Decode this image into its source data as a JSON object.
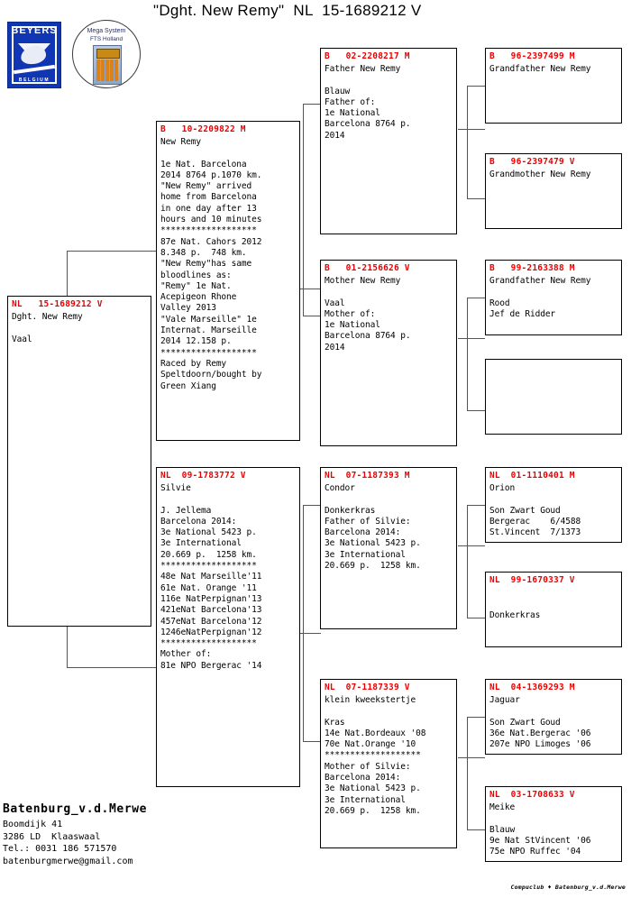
{
  "document": {
    "title": "\"Dght. New Remy\"  NL  15-1689212 V"
  },
  "logos": {
    "beyers": {
      "name": "BEYERS",
      "country": "BELGIUM"
    },
    "mega": {
      "line1": "Mega System",
      "line2": "FTS  Holland"
    }
  },
  "boxes": {
    "subject": {
      "ring": "NL   15-1689212 V",
      "body": "Dght. New Remy\n\nVaal"
    },
    "father": {
      "ring": "B   10-2209822 M",
      "body": "New Remy\n\n1e Nat. Barcelona\n2014 8764 p.1070 km.\n\"New Remy\" arrived\nhome from Barcelona\nin one day after 13\nhours and 10 minutes\n*******************\n87e Nat. Cahors 2012\n8.348 p.  748 km.\n\"New Remy\"has same\nbloodlines as:\n\"Remy\" 1e Nat.\nAcepigeon Rhone\nValley 2013\n\"Vale Marseille\" 1e\nInternat. Marseille\n2014 12.158 p.\n*******************\nRaced by Remy\nSpeltdoorn/bought by\nGreen Xiang"
    },
    "mother": {
      "ring": "NL  09-1783772 V",
      "body": "Silvie\n\nJ. Jellema\nBarcelona 2014:\n3e National 5423 p.\n3e International\n20.669 p.  1258 km.\n*******************\n48e Nat Marseille'11\n61e Nat. Orange '11\n116e NatPerpignan'13\n421eNat Barcelona'13\n457eNat Barcelona'12\n1246eNatPerpignan'12\n*******************\nMother of:\n81e NPO Bergerac '14"
    },
    "ff": {
      "ring": "B   02-2208217 M",
      "body": "Father New Remy\n\nBlauw\nFather of:\n1e National\nBarcelona 8764 p.\n2014"
    },
    "fm": {
      "ring": "B   01-2156626 V",
      "body": "Mother New Remy\n\nVaal\nMother of:\n1e National\nBarcelona 8764 p.\n2014"
    },
    "mf": {
      "ring": "NL  07-1187393 M",
      "body": "Condor\n\nDonkerkras\nFather of Silvie:\nBarcelona 2014:\n3e National 5423 p.\n3e International\n20.669 p.  1258 km."
    },
    "mm": {
      "ring": "NL  07-1187339 V",
      "body": "klein kweekstertje\n\nKras\n14e Nat.Bordeaux '08\n70e Nat.Orange '10\n*******************\nMother of Silvie:\nBarcelona 2014:\n3e National 5423 p.\n3e International\n20.669 p.  1258 km."
    },
    "fff": {
      "ring": "B   96-2397499 M",
      "body": "Grandfather New Remy"
    },
    "ffm": {
      "ring": "B   96-2397479 V",
      "body": "Grandmother New Remy"
    },
    "fmf": {
      "ring": "B   99-2163388 M",
      "body": "Grandfather New Remy\n\nRood\nJef de Ridder"
    },
    "fmm": {
      "ring": "",
      "body": ""
    },
    "mff": {
      "ring": "NL  01-1110401 M",
      "body": "Orion\n\nSon Zwart Goud\nBergerac    6/4588\nSt.Vincent  7/1373"
    },
    "mfm": {
      "ring": "NL  99-1670337 V",
      "body": "\n\nDonkerkras"
    },
    "mmf": {
      "ring": "NL  04-1369293 M",
      "body": "Jaguar\n\nSon Zwart Goud\n36e Nat.Bergerac '06\n207e NPO Limoges '06"
    },
    "mmm": {
      "ring": "NL  03-1708633 V",
      "body": "Meike\n\nBlauw\n9e Nat StVincent '06\n75e NPO Ruffec '04"
    }
  },
  "owner": {
    "name": "Batenburg_v.d.Merwe",
    "address": "Boomdijk 41\n3286 LD  Klaaswaal\nTel.: 0031 186 571570\nbatenburgmerwe@gmail.com"
  },
  "footer": {
    "text": "Compuclub ♦ Batenburg_v.d.Merwe"
  },
  "colors": {
    "ring_red": "#ee0000",
    "logo_blue": "#1036b4",
    "line": "#555555"
  }
}
